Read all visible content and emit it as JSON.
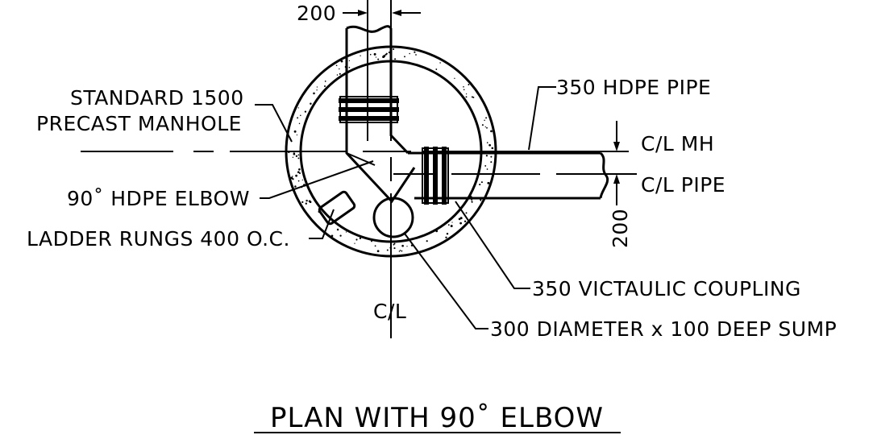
{
  "labels": {
    "dim_top": "200",
    "manhole": [
      "STANDARD 1500",
      "PRECAST MANHOLE"
    ],
    "elbow": "90˚ HDPE ELBOW",
    "ladder": "LADDER RUNGS 400 O.C.",
    "centerline": "C/L",
    "pipe": "350 HDPE PIPE",
    "cl_mh": "C/L MH",
    "cl_pipe": "C/L PIPE",
    "dim_right": "200",
    "coupling": "350 VICTAULIC COUPLING",
    "sump": "300 DIAMETER x 100 DEEP SUMP"
  },
  "title": "PLAN WITH 90˚ ELBOW"
}
